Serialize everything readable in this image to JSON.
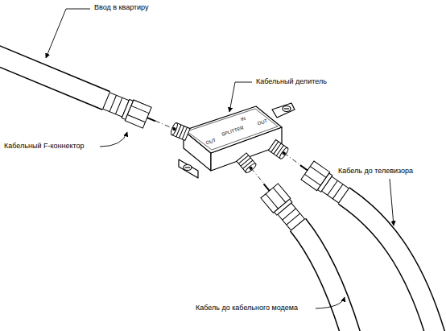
{
  "diagram": {
    "labels": [
      "Ввод в квартиру",
      "Кабельный делитель",
      "IN",
      "SPLITTER",
      "OUT",
      "OUT",
      "Кабельный F-коннектор",
      "Кабель до телевизора",
      "Кабель до кабельного модема"
    ]
  }
}
